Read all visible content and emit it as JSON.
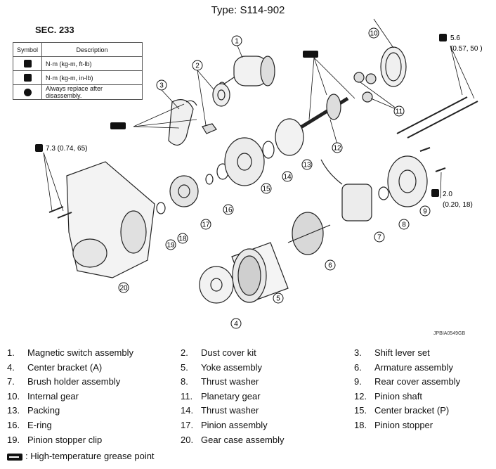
{
  "type_title": "Type: S114-902",
  "section": "SEC. 233",
  "legend": {
    "headers": [
      "Symbol",
      "Description"
    ],
    "rows": [
      {
        "icon": "torque-icon",
        "description": "N·m (kg-m, ft-lb)"
      },
      {
        "icon": "torque-icon",
        "description": "N·m (kg-m, in-lb)"
      },
      {
        "icon": "replace-icon",
        "description": "Always replace after disassembly."
      }
    ]
  },
  "torques": [
    {
      "value": "5.6",
      "detail": "(0.57, 50 )"
    },
    {
      "value": "7.3 (0.74, 65)",
      "detail": ""
    },
    {
      "value": "2.0",
      "detail": "(0.20, 18)"
    }
  ],
  "callouts": [
    "1",
    "2",
    "3",
    "4",
    "5",
    "6",
    "7",
    "8",
    "9",
    "10",
    "11",
    "12",
    "13",
    "14",
    "15",
    "16",
    "17",
    "18",
    "19",
    "20"
  ],
  "reference_code": "JPBIA0549GB",
  "parts": [
    {
      "num": "1.",
      "name": "Magnetic switch assembly"
    },
    {
      "num": "2.",
      "name": "Dust cover kit"
    },
    {
      "num": "3.",
      "name": "Shift lever set"
    },
    {
      "num": "4.",
      "name": "Center bracket (A)"
    },
    {
      "num": "5.",
      "name": "Yoke assembly"
    },
    {
      "num": "6.",
      "name": "Armature assembly"
    },
    {
      "num": "7.",
      "name": "Brush holder assembly"
    },
    {
      "num": "8.",
      "name": "Thrust washer"
    },
    {
      "num": "9.",
      "name": "Rear cover assembly"
    },
    {
      "num": "10.",
      "name": "Internal gear"
    },
    {
      "num": "11.",
      "name": "Planetary gear"
    },
    {
      "num": "12.",
      "name": "Pinion shaft"
    },
    {
      "num": "13.",
      "name": "Packing"
    },
    {
      "num": "14.",
      "name": "Thrust washer"
    },
    {
      "num": "15.",
      "name": "Center bracket (P)"
    },
    {
      "num": "16.",
      "name": "E-ring"
    },
    {
      "num": "17.",
      "name": "Pinion assembly"
    },
    {
      "num": "18.",
      "name": "Pinion stopper"
    },
    {
      "num": "19.",
      "name": "Pinion stopper clip"
    },
    {
      "num": "20.",
      "name": "Gear case assembly"
    }
  ],
  "grease_note": ": High-temperature grease point"
}
